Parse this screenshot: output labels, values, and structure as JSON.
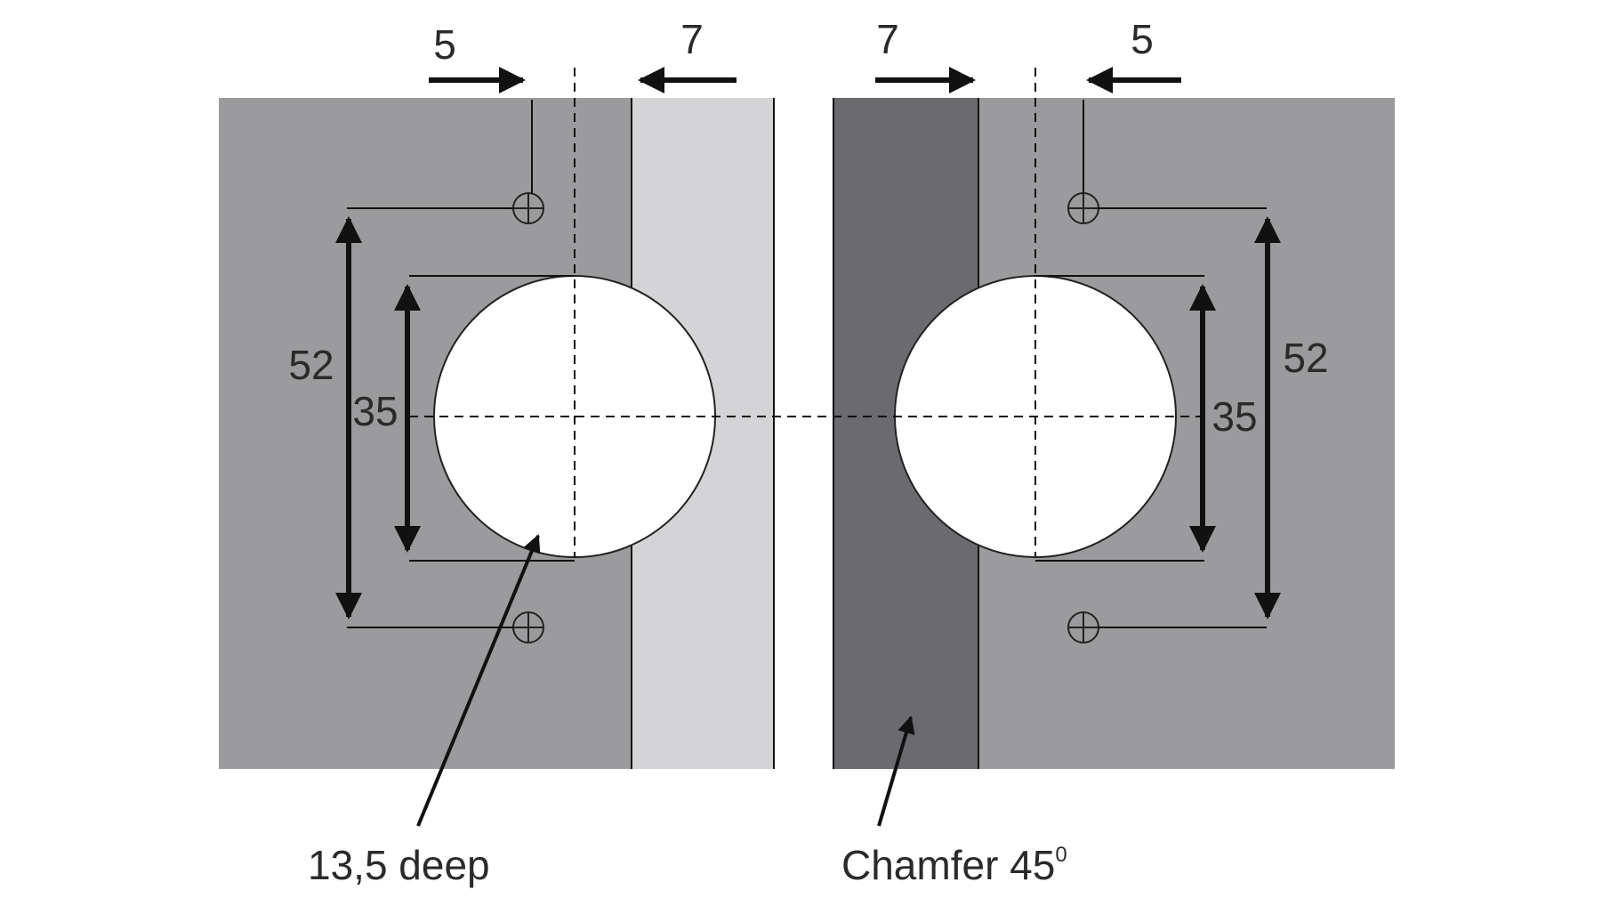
{
  "left": {
    "top_dim_left": "5",
    "top_dim_right": "7",
    "outer_dim": "52",
    "inner_dim": "35",
    "note": "13,5 deep"
  },
  "right": {
    "top_dim_left": "7",
    "top_dim_right": "5",
    "outer_dim": "52",
    "inner_dim": "35",
    "note": "Chamfer 45",
    "note_sup": "0"
  },
  "colors": {
    "panel": "#9b9b9e",
    "strip_light": "#d4d4d6",
    "strip_dark": "#6b6b6f",
    "line": "#111111"
  }
}
